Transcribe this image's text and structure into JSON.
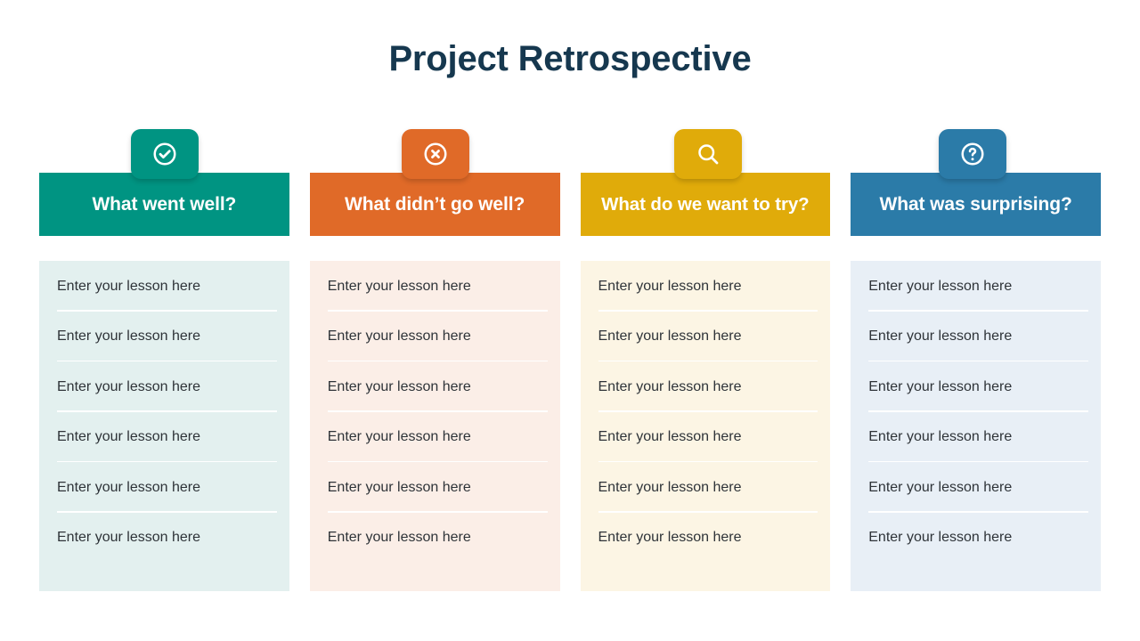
{
  "slide": {
    "title": "Project Retrospective",
    "title_color": "#16384f",
    "background": "#ffffff"
  },
  "columns": [
    {
      "icon": "check-circle-icon",
      "header": "What went well?",
      "accent_color": "#009482",
      "body_color": "#e3f0ef",
      "rows": [
        "Enter your lesson here",
        "Enter your lesson here",
        "Enter your lesson here",
        "Enter your lesson here",
        "Enter your lesson here",
        "Enter your lesson here"
      ]
    },
    {
      "icon": "x-circle-icon",
      "header": "What didn’t go well?",
      "accent_color": "#e06a28",
      "body_color": "#fbeee7",
      "rows": [
        "Enter your lesson here",
        "Enter your lesson here",
        "Enter your lesson here",
        "Enter your lesson here",
        "Enter your lesson here",
        "Enter your lesson here"
      ]
    },
    {
      "icon": "search-icon",
      "header": "What do we want to try?",
      "accent_color": "#e0ab0a",
      "body_color": "#fcf5e4",
      "rows": [
        "Enter your lesson here",
        "Enter your lesson here",
        "Enter your lesson here",
        "Enter your lesson here",
        "Enter your lesson here",
        "Enter your lesson here"
      ]
    },
    {
      "icon": "question-circle-icon",
      "header": "What was surprising?",
      "accent_color": "#2b7ba8",
      "body_color": "#e8eff6",
      "rows": [
        "Enter your lesson here",
        "Enter your lesson here",
        "Enter your lesson here",
        "Enter your lesson here",
        "Enter your lesson here",
        "Enter your lesson here"
      ]
    }
  ]
}
